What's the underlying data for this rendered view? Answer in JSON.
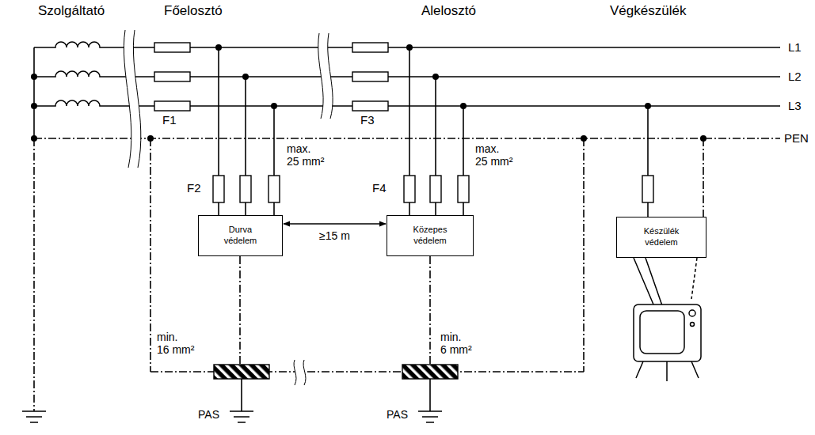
{
  "diagram": {
    "nodes": [
      {
        "text": [
          "Durva védelem"
        ]
      },
      {
        "text": [
          "Közepes védelem"
        ]
      },
      {
        "text": [
          "Készülék védelem"
        ]
      }
    ],
    "edges": [
      {
        "from": 0,
        "to": 1,
        "arrow": "both",
        "label": "≥15 m"
      }
    ],
    "labels": [
      "Szolgáltató",
      "Főelosztó",
      "Alelosztó",
      "Végkészülék",
      "L1",
      "L2",
      "L3",
      "PEN",
      "F1",
      "F2",
      "F3",
      "F4",
      "max. 25 mm²",
      "max. 25 mm²",
      "min. 16 mm²",
      "min. 6 mm²",
      "PAS",
      "PAS"
    ]
  }
}
